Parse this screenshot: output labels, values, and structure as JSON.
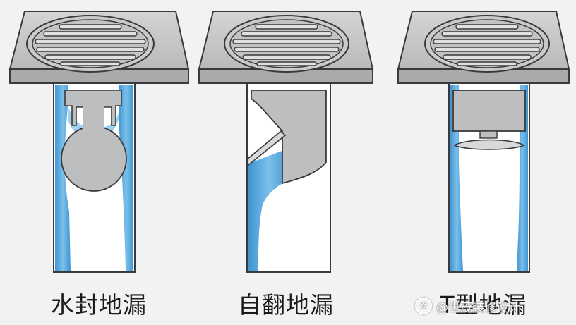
{
  "diagrams": [
    {
      "caption": "水封地漏"
    },
    {
      "caption": "自翻地漏"
    },
    {
      "caption": "T型地漏"
    }
  ],
  "watermark": {
    "text": "@世茂装修设计",
    "icon": "paw-icon"
  },
  "colors": {
    "background": "#f1f2f4",
    "grate_metal": "#c6c7c9",
    "grate_outline": "#3a3a3c",
    "pipe_white": "#ffffff",
    "water_blue": "#58a8de",
    "inner_gray": "#bdbec0"
  }
}
